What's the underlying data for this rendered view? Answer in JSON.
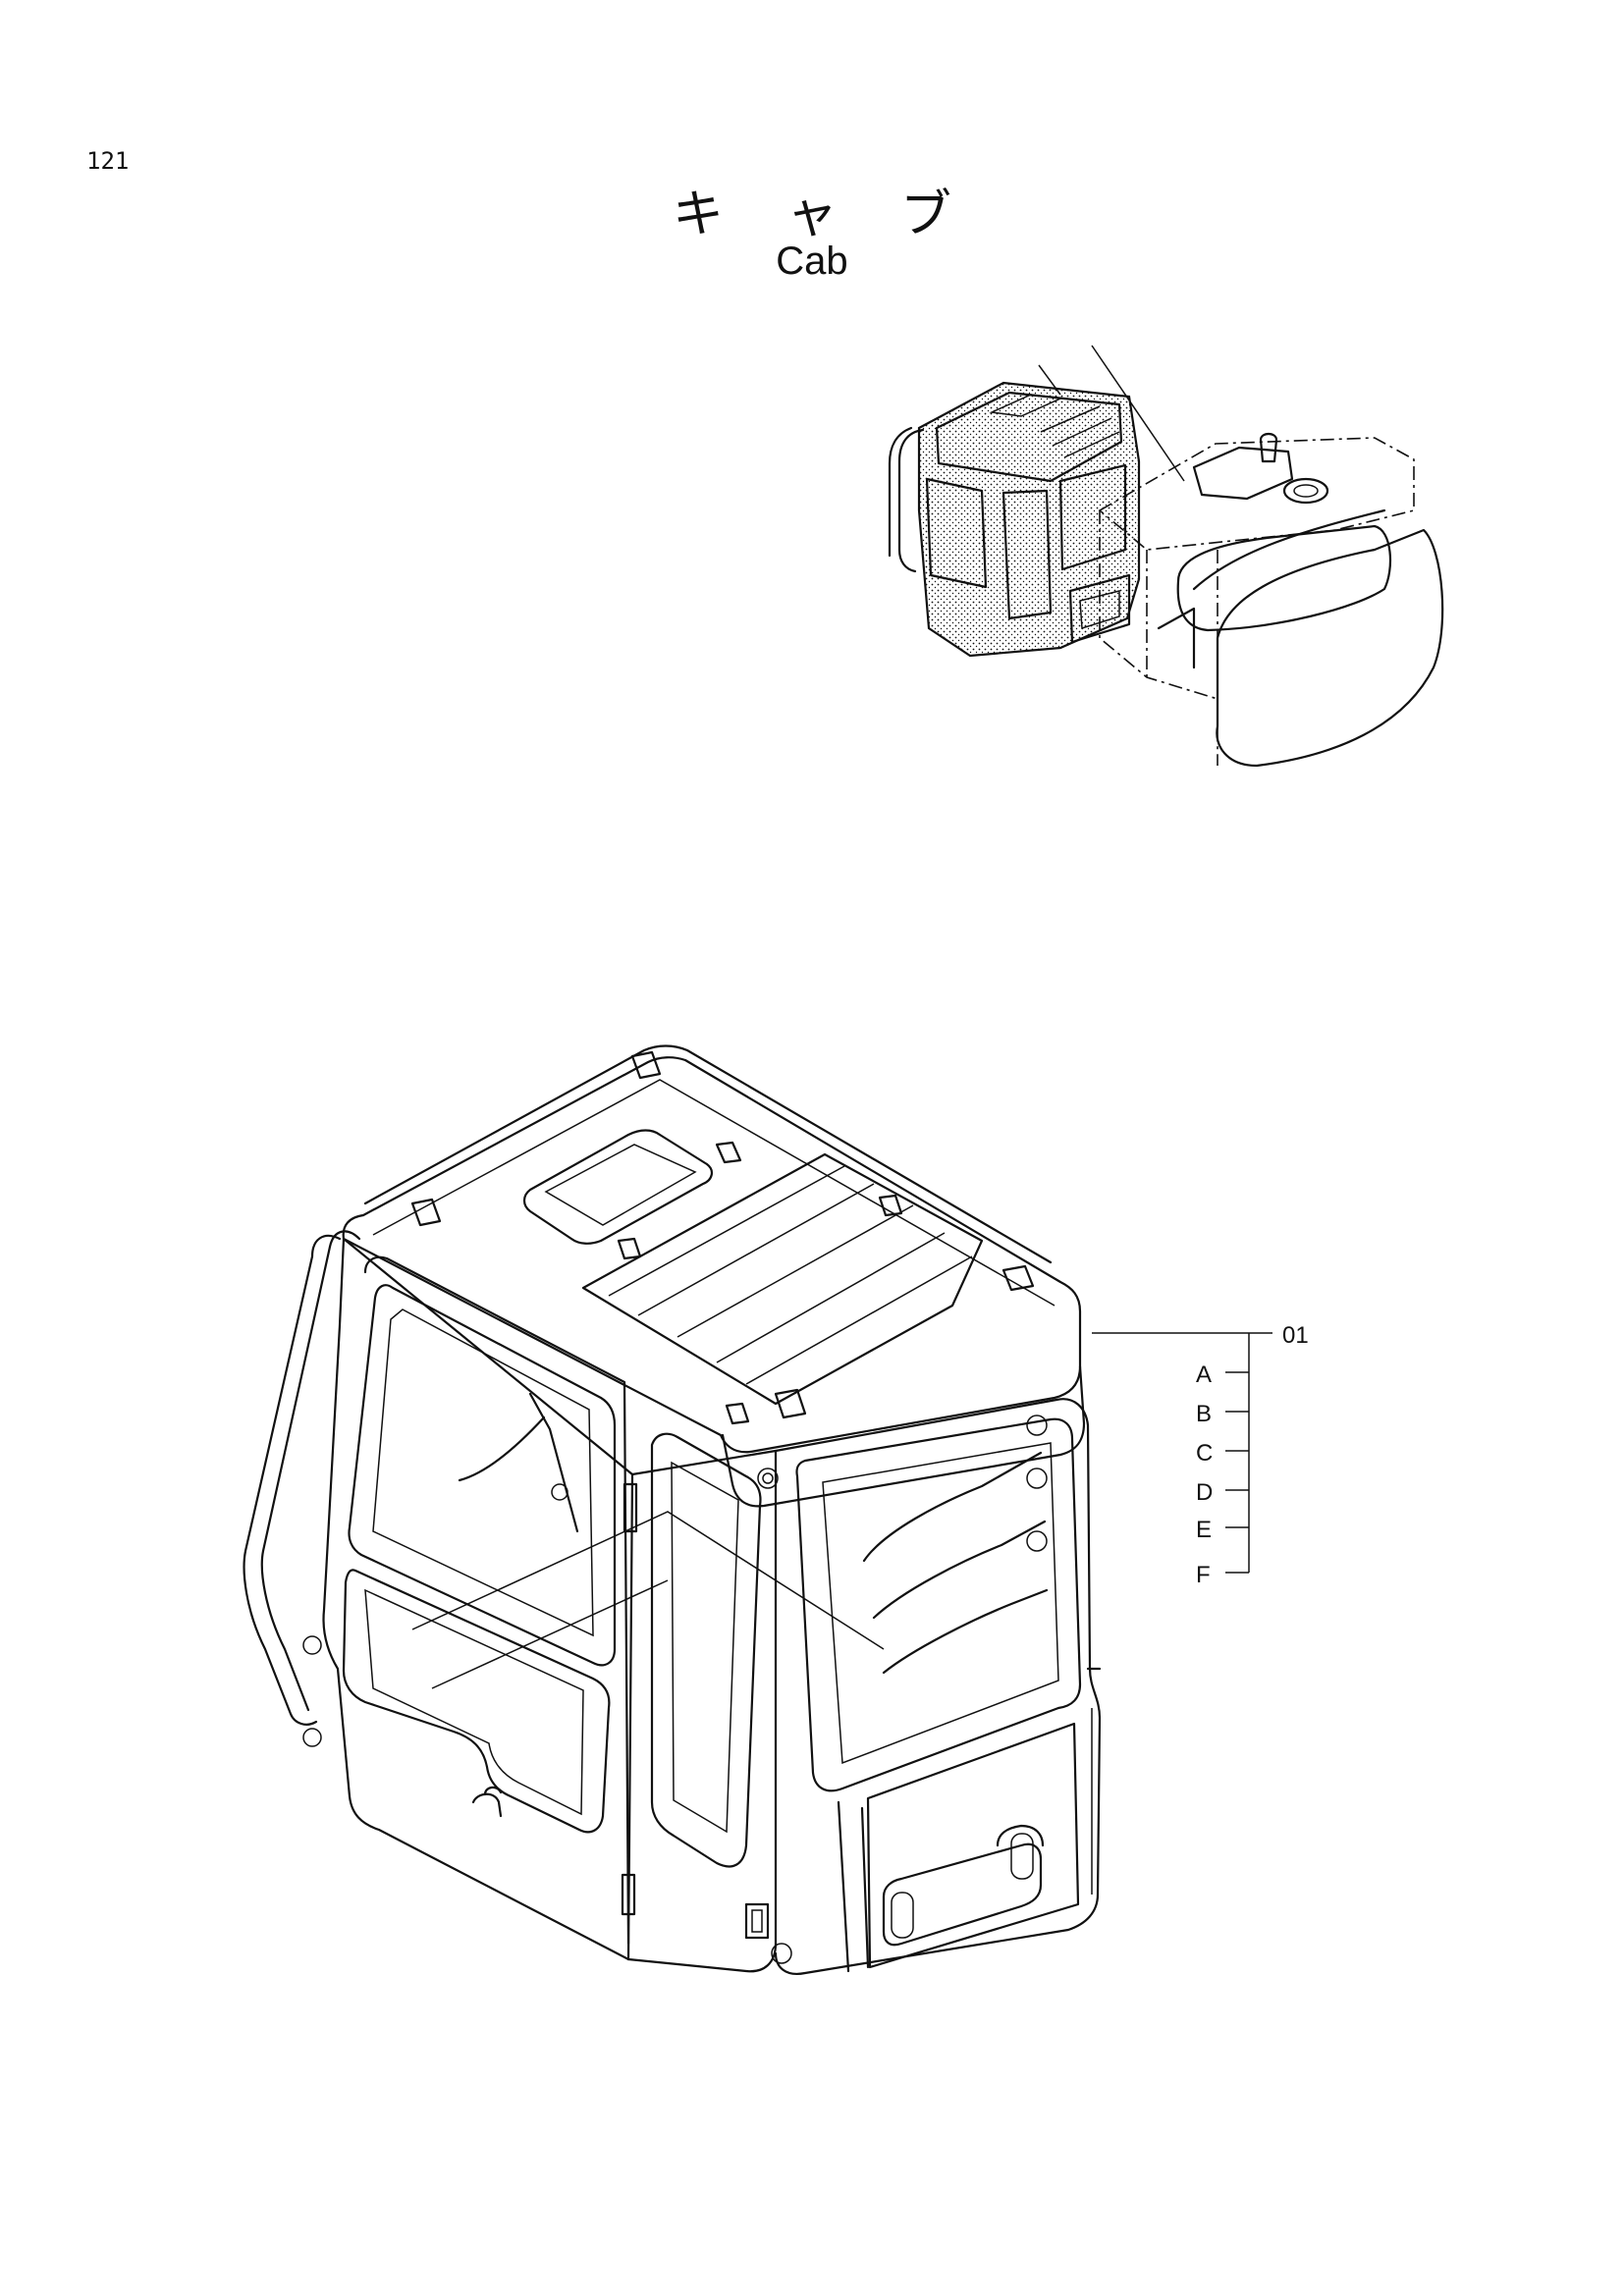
{
  "page": {
    "number": "121"
  },
  "title": {
    "japanese": "キャブ",
    "english": "Cab"
  },
  "callouts": {
    "main_part": "01",
    "sub_parts": [
      {
        "letter": "A"
      },
      {
        "letter": "B"
      },
      {
        "letter": "C"
      },
      {
        "letter": "D"
      },
      {
        "letter": "E"
      },
      {
        "letter": "F"
      }
    ]
  }
}
